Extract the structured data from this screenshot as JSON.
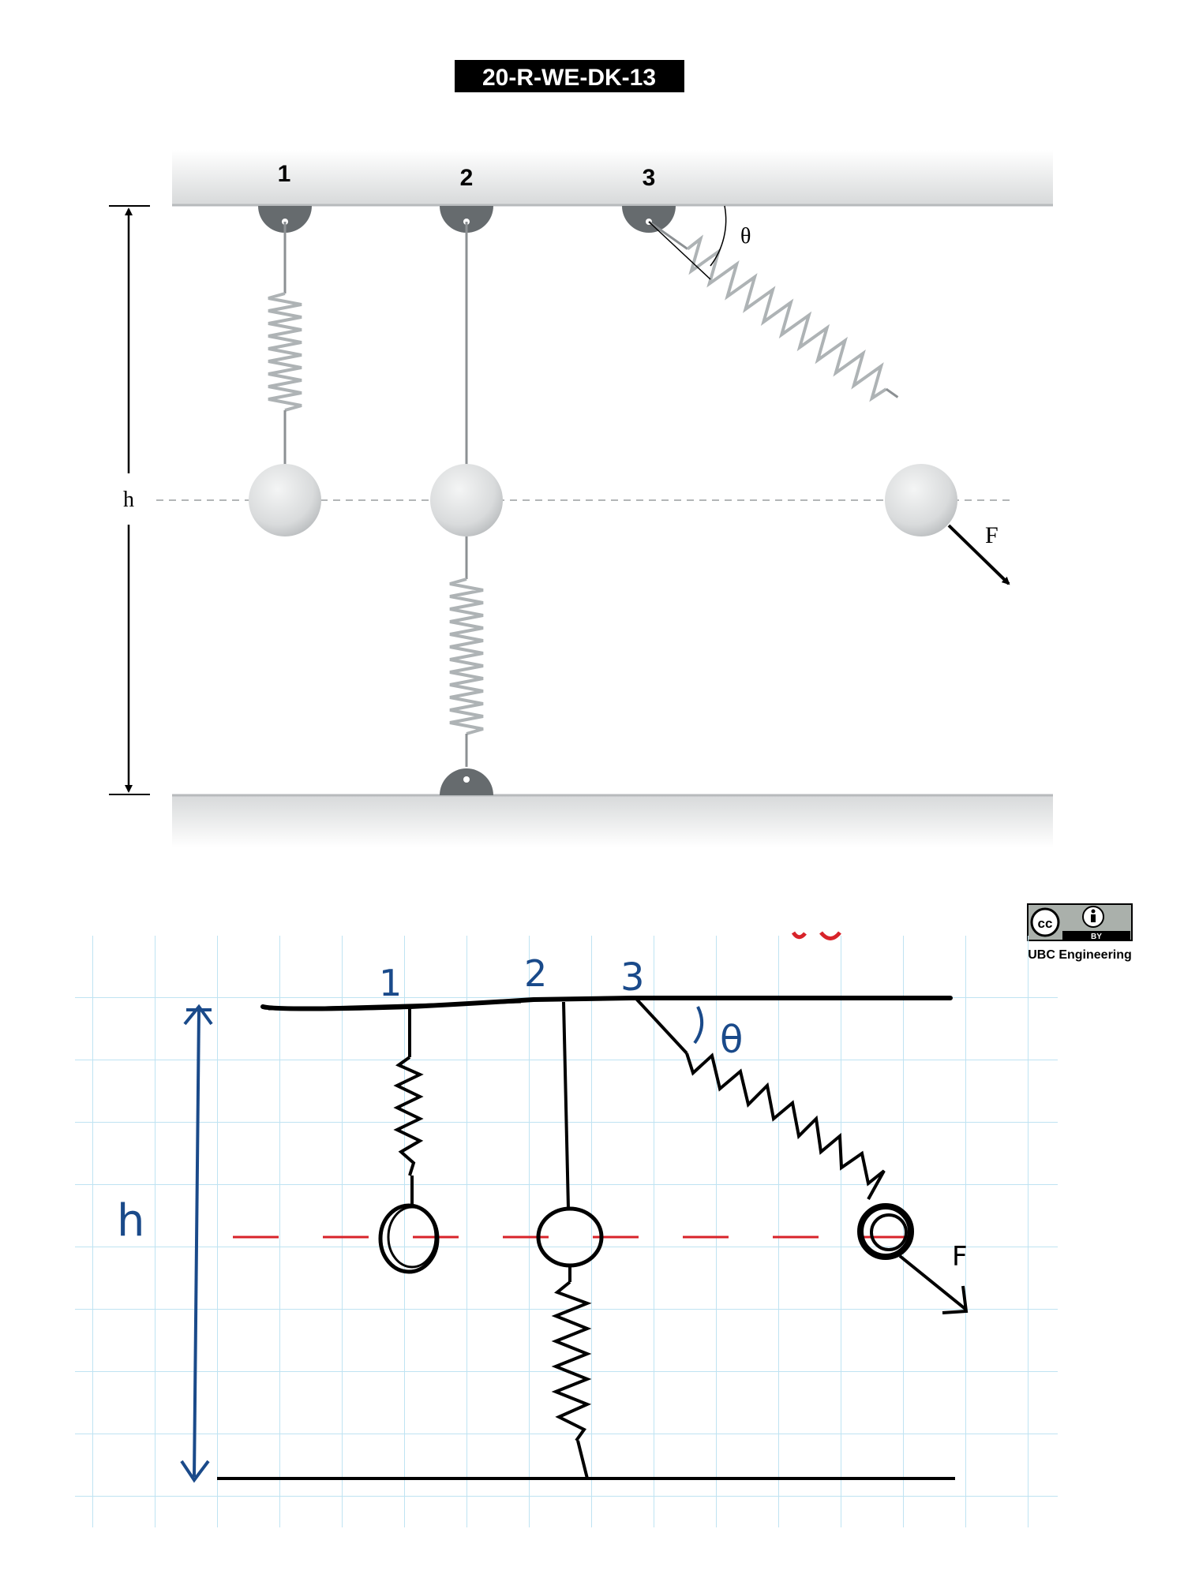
{
  "header": {
    "code": "20-R-WE-DK-13"
  },
  "figure": {
    "system_labels": [
      "1",
      "2",
      "3"
    ],
    "height_label": "h",
    "angle_label": "θ",
    "force_label": "F"
  },
  "sketch": {
    "system_labels": [
      "1",
      "2",
      "3"
    ],
    "height_label": "h",
    "angle_label": "θ",
    "force_label": "F",
    "colors": {
      "ink": "#000000",
      "blue": "#1a4a8a",
      "red": "#d8232a",
      "grid": "#bfe3f2"
    }
  },
  "license": {
    "badge_cc": "cc",
    "badge_by": "BY",
    "credit": "UBC Engineering"
  }
}
